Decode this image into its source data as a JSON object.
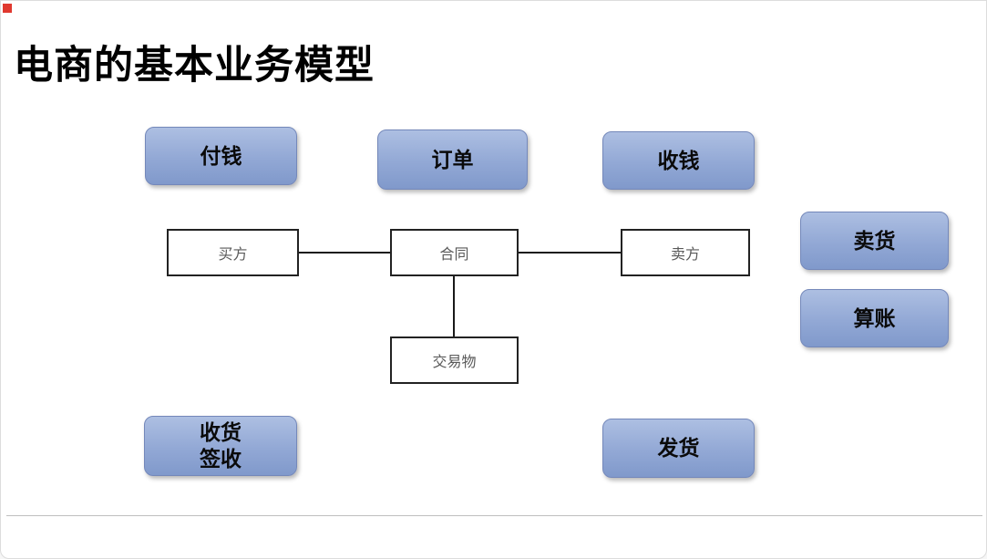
{
  "title": "电商的基本业务模型",
  "action_boxes": {
    "pay": {
      "label": "付钱"
    },
    "order": {
      "label": "订单"
    },
    "receive_money": {
      "label": "收钱"
    },
    "sell_goods": {
      "label": "卖货"
    },
    "settle": {
      "label": "算账"
    },
    "receive_goods": {
      "label": "收货\n签收"
    },
    "ship_goods": {
      "label": "发货"
    }
  },
  "entity_boxes": {
    "buyer": {
      "label": "买方"
    },
    "contract": {
      "label": "合同"
    },
    "seller": {
      "label": "卖方"
    },
    "trade_item": {
      "label": "交易物"
    }
  },
  "connectors": [
    {
      "from": "buyer",
      "to": "contract"
    },
    {
      "from": "contract",
      "to": "seller"
    },
    {
      "from": "contract",
      "to": "trade_item"
    }
  ],
  "colors": {
    "action_box_top": "#adbfe2",
    "action_box_bottom": "#8099cb",
    "action_box_border": "#7488ba",
    "entity_border": "#222222",
    "entity_text": "#595959",
    "connector": "#1a1a1a",
    "corner_mark": "#e0392f",
    "bottom_rule": "#bfbfbf"
  }
}
